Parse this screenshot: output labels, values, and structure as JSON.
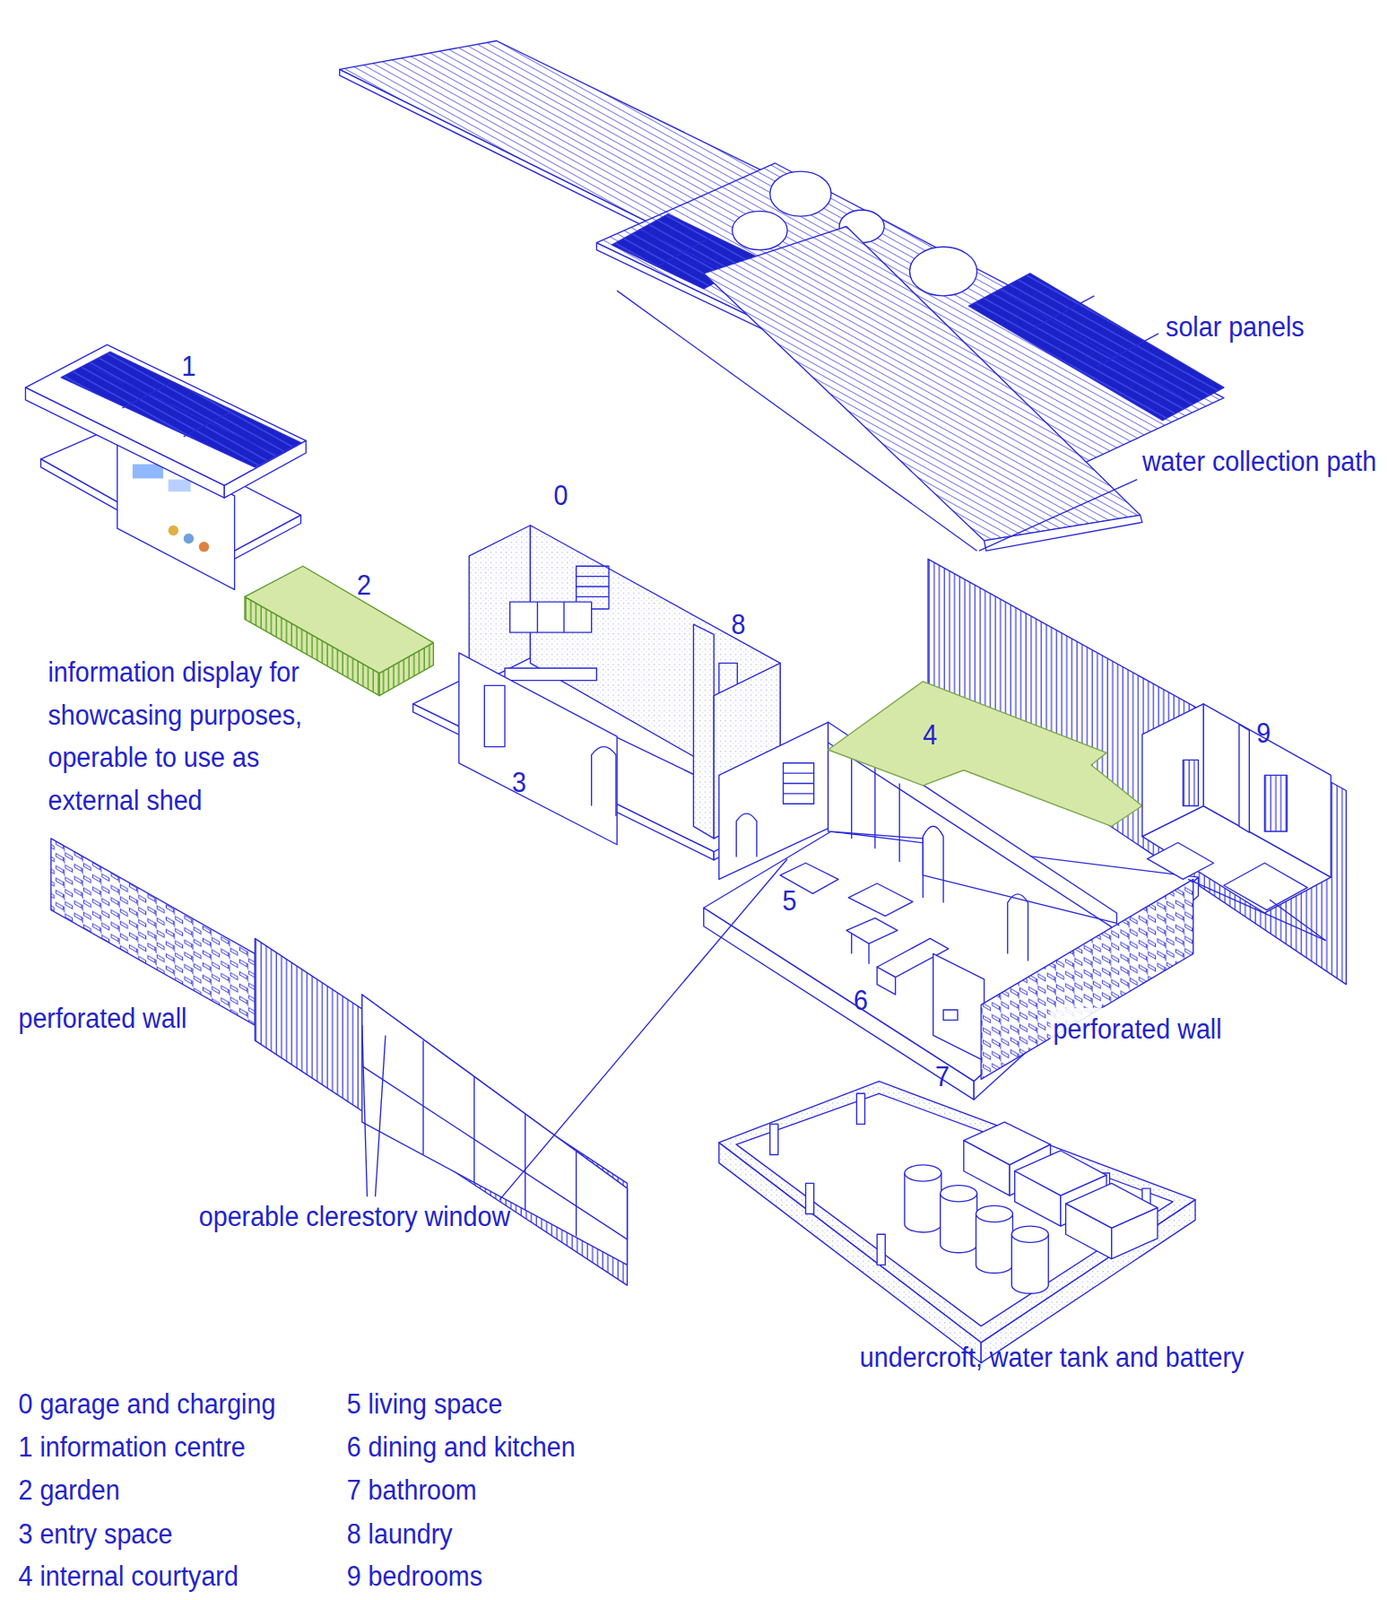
{
  "diagram": {
    "labels": [
      "solar panels",
      "1",
      "water collection path",
      "0",
      "2",
      "8",
      "information display for showcasing purposes, operable to use as external shed",
      "4",
      "9",
      "3",
      "5",
      "6",
      "perforated wall",
      "perforated wall",
      "7",
      "operable clerestory window",
      "undercroft, water tank and battery",
      "0 garage and charging",
      "1 information centre",
      "2 garden",
      "3 entry space",
      "4 internal courtyard",
      "5 living space",
      "6 dining and kitchen",
      "7 bathroom",
      "8 laundry",
      "9 bedrooms"
    ]
  }
}
